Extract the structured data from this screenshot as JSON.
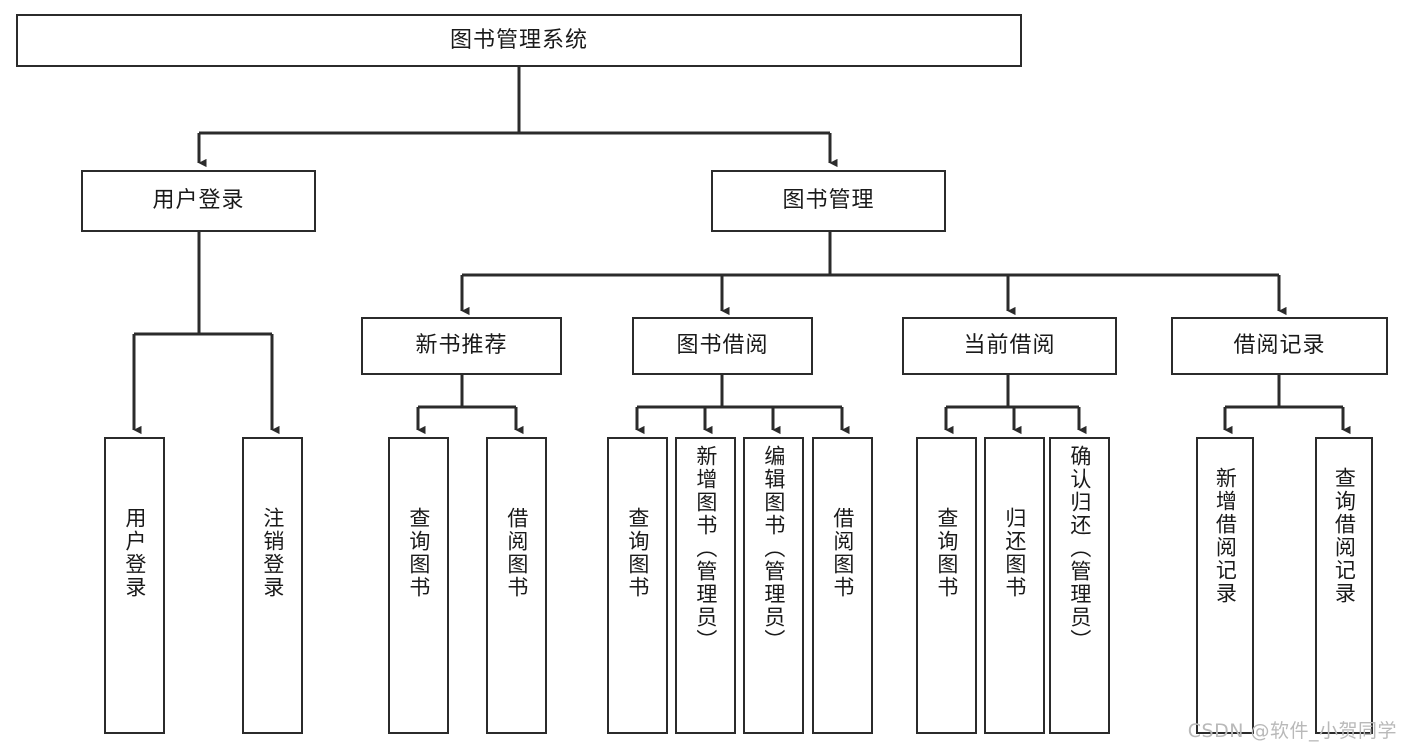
{
  "diagram": {
    "type": "tree",
    "title": "图书管理系统",
    "watermark": "CSDN @软件_小贺同学",
    "colors": {
      "box_border": "#2b2b2b",
      "box_fill": "#ffffff",
      "connector": "#2b2b2b",
      "text": "#1a1a1a",
      "watermark": "#b9b9b9",
      "background": "#ffffff"
    },
    "root": {
      "label": "图书管理系统"
    },
    "level2": [
      {
        "label": "用户登录"
      },
      {
        "label": "图书管理"
      }
    ],
    "level3": [
      {
        "label": "新书推荐"
      },
      {
        "label": "图书借阅"
      },
      {
        "label": "当前借阅"
      },
      {
        "label": "借阅记录"
      }
    ],
    "leaves": {
      "user_login": [
        {
          "label": "用户登录"
        },
        {
          "label": "注销登录"
        }
      ],
      "new_book_recommend": [
        {
          "label": "查询图书"
        },
        {
          "label": "借阅图书"
        }
      ],
      "book_borrow": [
        {
          "label": "查询图书"
        },
        {
          "label": "新增图书（管理员）"
        },
        {
          "label": "编辑图书（管理员）"
        },
        {
          "label": "借阅图书"
        }
      ],
      "current_borrow": [
        {
          "label": "查询图书"
        },
        {
          "label": "归还图书"
        },
        {
          "label": "确认归还（管理员）"
        }
      ],
      "borrow_record": [
        {
          "label": "新增借阅记录"
        },
        {
          "label": "查询借阅记录"
        }
      ]
    }
  }
}
